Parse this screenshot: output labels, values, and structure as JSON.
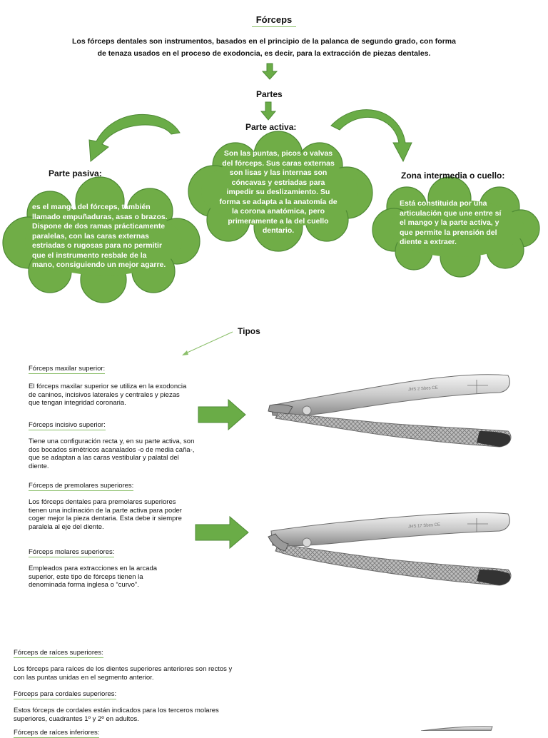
{
  "title": "Fórceps",
  "intro": {
    "line1": "Los fórceps dentales son instrumentos, basados en el principio de la palanca de segundo grado, con forma",
    "line2": "de tenaza usados en el proceso de exodoncia, es decir, para la extracción de piezas dentales."
  },
  "partes_label": "Partes",
  "parte_activa": {
    "label": "Parte activa:",
    "text": "Son las puntas, picos o valvas del fórceps. Sus caras externas son lisas y las internas son cóncavas y estriadas para impedir su deslizamiento. Su forma se adapta a la anatomía de la corona anatómica, pero primeramente a la del cuello dentario."
  },
  "parte_pasiva": {
    "label": "Parte pasiva:",
    "text": "es el mango del fórceps, también llamado empuñaduras, asas o brazos. Dispone de dos ramas prácticamente paralelas, con las caras externas estriadas o rugosas para no permitir que el instrumento resbale de la mano, consiguiendo un mejor agarre."
  },
  "zona_intermedia": {
    "label": "Zona intermedia o cuello:",
    "text": "Está constituida por una articulación que une entre sí el mango y la parte activa, y que permite la prensión del diente a extraer."
  },
  "tipos_label": "Tipos",
  "tipos": [
    {
      "title": "Fórceps maxilar superior:",
      "text": "El fórceps maxilar superior se utiliza en la exodoncia de caninos, incisivos laterales y centrales y piezas que tengan integridad coronaria."
    },
    {
      "title": "Fórceps incisivo superior:",
      "text": "Tiene una configuración recta y, en su parte activa, son dos bocados simétricos acanalados -o de media caña-, que se adaptan a las caras vestibular y palatal del diente."
    },
    {
      "title": "Fórceps de premolares superiores:",
      "text": "Los fórceps dentales para premolares superiores tienen una inclinación de la parte activa para poder coger mejor la pieza dentaria. Esta debe ir siempre paralela al eje del diente."
    },
    {
      "title": "Fórceps molares superiores:",
      "text": "Empleados para extracciones en la arcada superior, este tipo de fórceps tienen la denominada forma inglesa o “curvo”."
    },
    {
      "title": "Fórceps de raíces superiores:",
      "text": "Los fórceps para raíces de los dientes superiores anteriores son rectos y con las puntas unidas en el segmento anterior."
    },
    {
      "title": "Fórceps para cordales superiores:",
      "text": "Estos fórceps de cordales están indicados para los terceros molares superiores, cuadrantes 1º y 2º en adultos."
    },
    {
      "title": "Fórceps de raíces inferiores:",
      "text": ""
    }
  ],
  "forceps_images": [
    {
      "engraving": "JHS   2 Sbes  CE"
    },
    {
      "engraving": "JHS  17 Sbes  CE"
    }
  ],
  "colors": {
    "accent_green": "#6aac47",
    "cloud_green": "#70ad47",
    "dark_green": "#4e8a34"
  }
}
